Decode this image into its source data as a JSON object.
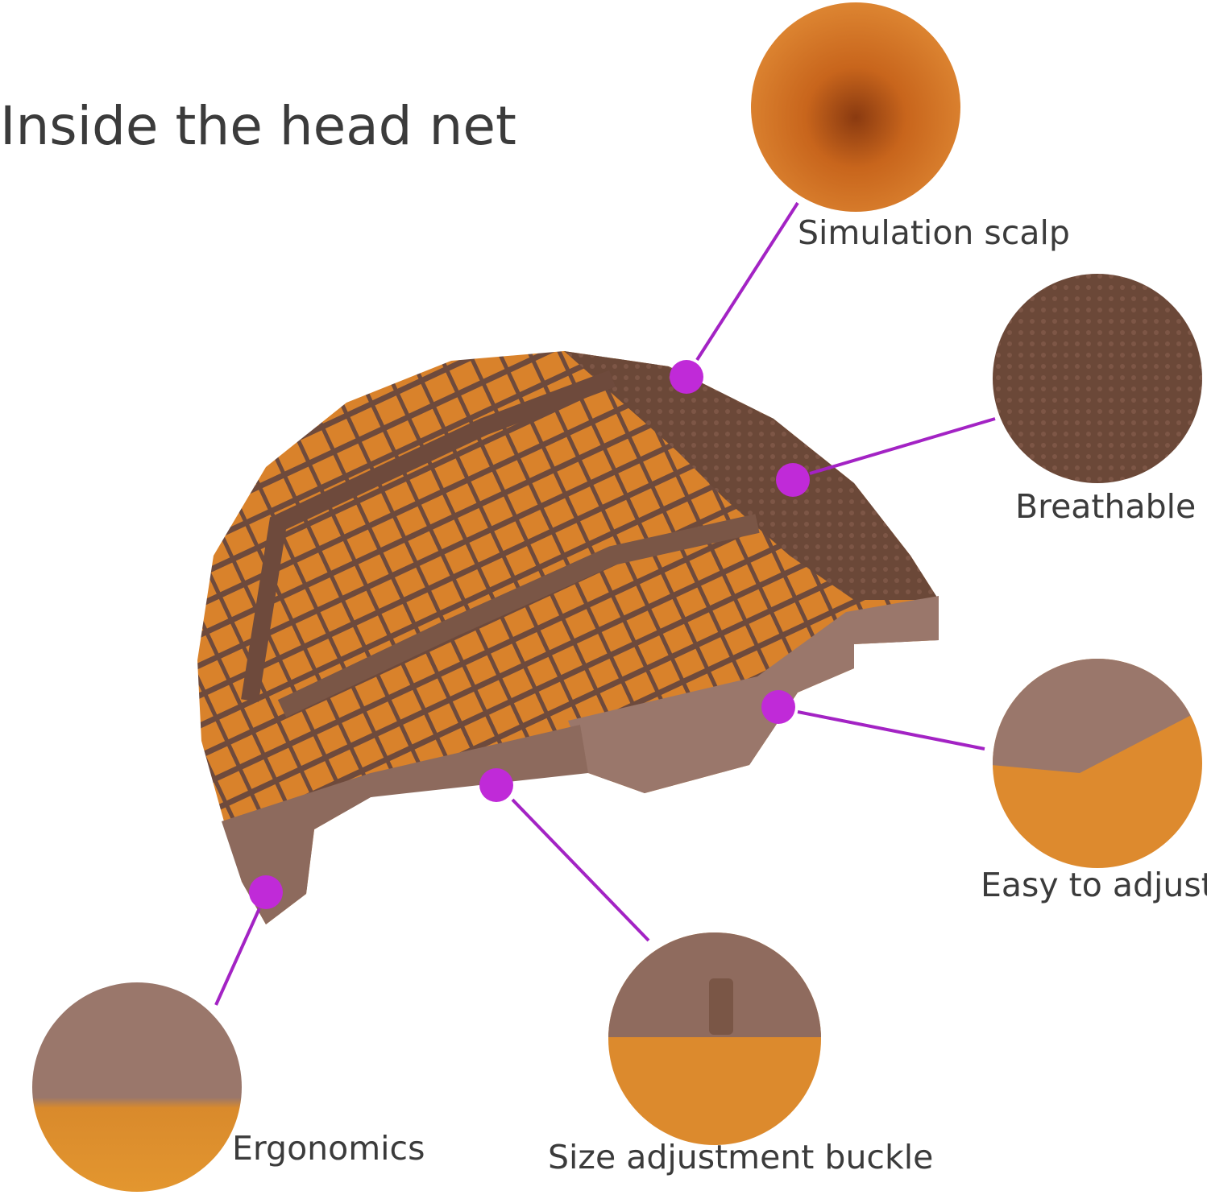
{
  "title": "Inside the head net",
  "colors": {
    "accent": "#c02ad8",
    "line": "#a323c4",
    "cap": "#6e4a3c",
    "hair": "#d9822b",
    "band": "#9a776b",
    "text": "#3b3b3b"
  },
  "features": [
    {
      "label": "Simulation scalp",
      "icon": "scalp-closeup"
    },
    {
      "label": "Breathable",
      "icon": "lace-closeup"
    },
    {
      "label": "Easy to adjust",
      "icon": "ear-tab-closeup"
    },
    {
      "label": "Size adjustment buckle",
      "icon": "buckle-closeup"
    },
    {
      "label": "Ergonomics",
      "icon": "nape-closeup"
    }
  ]
}
